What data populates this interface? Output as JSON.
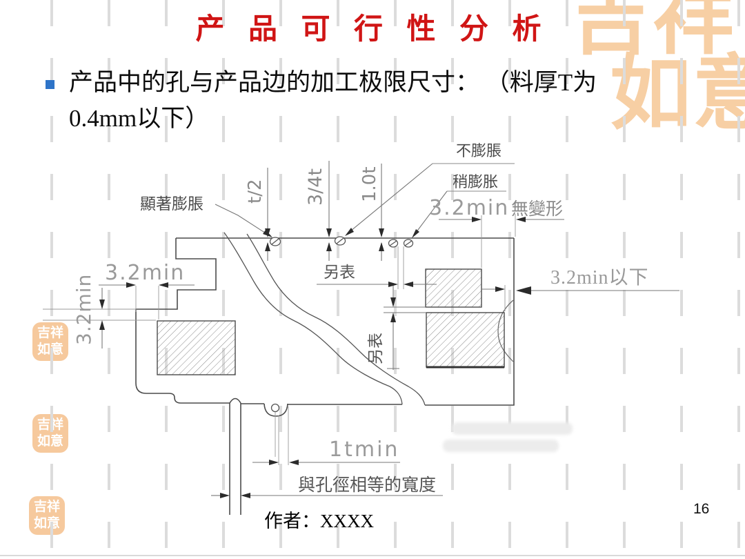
{
  "slide": {
    "title": "产 品 可 行 性 分 析",
    "bullet": {
      "line1": "产品中的孔与产品边的加工极限尺寸： （料厚T为",
      "line2": "0.4mm以下）"
    },
    "footer": {
      "author": "作者：XXXX",
      "page_number": "16"
    }
  },
  "diagram": {
    "labels": {
      "no_expansion": "不膨脹",
      "slight_expansion": "稍膨胀",
      "dim_32min_top": "3.2min",
      "no_deformation": "無變形",
      "significant_expansion": "顯著膨脹",
      "dim_t_half": "t/2",
      "dim_three_quarter_t": "3/4t",
      "dim_one_t": "1.0t",
      "see_table_horizontal": "另表",
      "see_table_vertical": "另表",
      "dim_32min_left_horizontal": "3.2min",
      "dim_32min_left_vertical": "3.2min",
      "dim_32min_or_less": "3.2min以下",
      "dim_1t_min": "1tmin",
      "width_equal_to_hole_diameter": "與孔徑相等的寬度"
    }
  },
  "decor": {
    "seal_line1": "吉祥",
    "seal_line2": "如意",
    "ornament_line1": "吉祥",
    "ornament_line2": "如意"
  },
  "colors": {
    "title_red": "#d01515",
    "bullet_blue": "#2e74c8",
    "seal_peach": "#f6c99d",
    "drawing_line": "#4a4a4a",
    "dimension_text_gray": "#9a9a9a",
    "background_dash_gray": "#dcdcdc"
  }
}
